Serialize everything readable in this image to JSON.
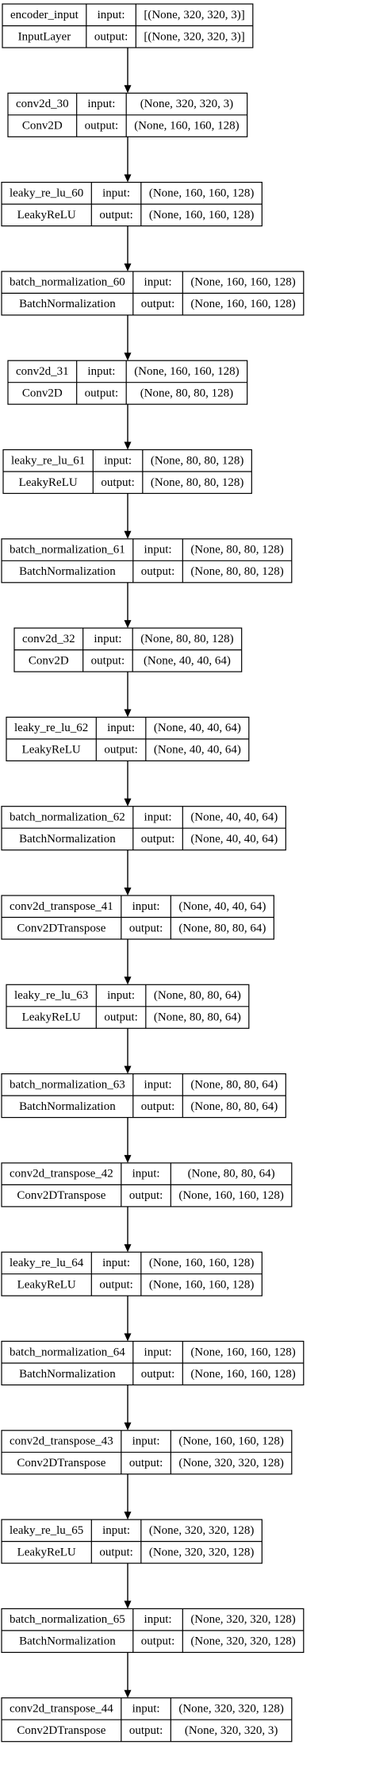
{
  "nodes": [
    {
      "name": "encoder_input",
      "type": "InputLayer",
      "input_label": "input:",
      "output_label": "output:",
      "input": "[(None, 320, 320, 3)]",
      "output": "[(None, 320, 320, 3)]"
    },
    {
      "name": "conv2d_30",
      "type": "Conv2D",
      "input_label": "input:",
      "output_label": "output:",
      "input": "(None, 320, 320, 3)",
      "output": "(None, 160, 160, 128)"
    },
    {
      "name": "leaky_re_lu_60",
      "type": "LeakyReLU",
      "input_label": "input:",
      "output_label": "output:",
      "input": "(None, 160, 160, 128)",
      "output": "(None, 160, 160, 128)"
    },
    {
      "name": "batch_normalization_60",
      "type": "BatchNormalization",
      "input_label": "input:",
      "output_label": "output:",
      "input": "(None, 160, 160, 128)",
      "output": "(None, 160, 160, 128)"
    },
    {
      "name": "conv2d_31",
      "type": "Conv2D",
      "input_label": "input:",
      "output_label": "output:",
      "input": "(None, 160, 160, 128)",
      "output": "(None, 80, 80, 128)"
    },
    {
      "name": "leaky_re_lu_61",
      "type": "LeakyReLU",
      "input_label": "input:",
      "output_label": "output:",
      "input": "(None, 80, 80, 128)",
      "output": "(None, 80, 80, 128)"
    },
    {
      "name": "batch_normalization_61",
      "type": "BatchNormalization",
      "input_label": "input:",
      "output_label": "output:",
      "input": "(None, 80, 80, 128)",
      "output": "(None, 80, 80, 128)"
    },
    {
      "name": "conv2d_32",
      "type": "Conv2D",
      "input_label": "input:",
      "output_label": "output:",
      "input": "(None, 80, 80, 128)",
      "output": "(None, 40, 40, 64)"
    },
    {
      "name": "leaky_re_lu_62",
      "type": "LeakyReLU",
      "input_label": "input:",
      "output_label": "output:",
      "input": "(None, 40, 40, 64)",
      "output": "(None, 40, 40, 64)"
    },
    {
      "name": "batch_normalization_62",
      "type": "BatchNormalization",
      "input_label": "input:",
      "output_label": "output:",
      "input": "(None, 40, 40, 64)",
      "output": "(None, 40, 40, 64)"
    },
    {
      "name": "conv2d_transpose_41",
      "type": "Conv2DTranspose",
      "input_label": "input:",
      "output_label": "output:",
      "input": "(None, 40, 40, 64)",
      "output": "(None, 80, 80, 64)"
    },
    {
      "name": "leaky_re_lu_63",
      "type": "LeakyReLU",
      "input_label": "input:",
      "output_label": "output:",
      "input": "(None, 80, 80, 64)",
      "output": "(None, 80, 80, 64)"
    },
    {
      "name": "batch_normalization_63",
      "type": "BatchNormalization",
      "input_label": "input:",
      "output_label": "output:",
      "input": "(None, 80, 80, 64)",
      "output": "(None, 80, 80, 64)"
    },
    {
      "name": "conv2d_transpose_42",
      "type": "Conv2DTranspose",
      "input_label": "input:",
      "output_label": "output:",
      "input": "(None, 80, 80, 64)",
      "output": "(None, 160, 160, 128)"
    },
    {
      "name": "leaky_re_lu_64",
      "type": "LeakyReLU",
      "input_label": "input:",
      "output_label": "output:",
      "input": "(None, 160, 160, 128)",
      "output": "(None, 160, 160, 128)"
    },
    {
      "name": "batch_normalization_64",
      "type": "BatchNormalization",
      "input_label": "input:",
      "output_label": "output:",
      "input": "(None, 160, 160, 128)",
      "output": "(None, 160, 160, 128)"
    },
    {
      "name": "conv2d_transpose_43",
      "type": "Conv2DTranspose",
      "input_label": "input:",
      "output_label": "output:",
      "input": "(None, 160, 160, 128)",
      "output": "(None, 320, 320, 128)"
    },
    {
      "name": "leaky_re_lu_65",
      "type": "LeakyReLU",
      "input_label": "input:",
      "output_label": "output:",
      "input": "(None, 320, 320, 128)",
      "output": "(None, 320, 320, 128)"
    },
    {
      "name": "batch_normalization_65",
      "type": "BatchNormalization",
      "input_label": "input:",
      "output_label": "output:",
      "input": "(None, 320, 320, 128)",
      "output": "(None, 320, 320, 128)"
    },
    {
      "name": "conv2d_transpose_44",
      "type": "Conv2DTranspose",
      "input_label": "input:",
      "output_label": "output:",
      "input": "(None, 320, 320, 128)",
      "output": "(None, 320, 320, 3)"
    }
  ]
}
